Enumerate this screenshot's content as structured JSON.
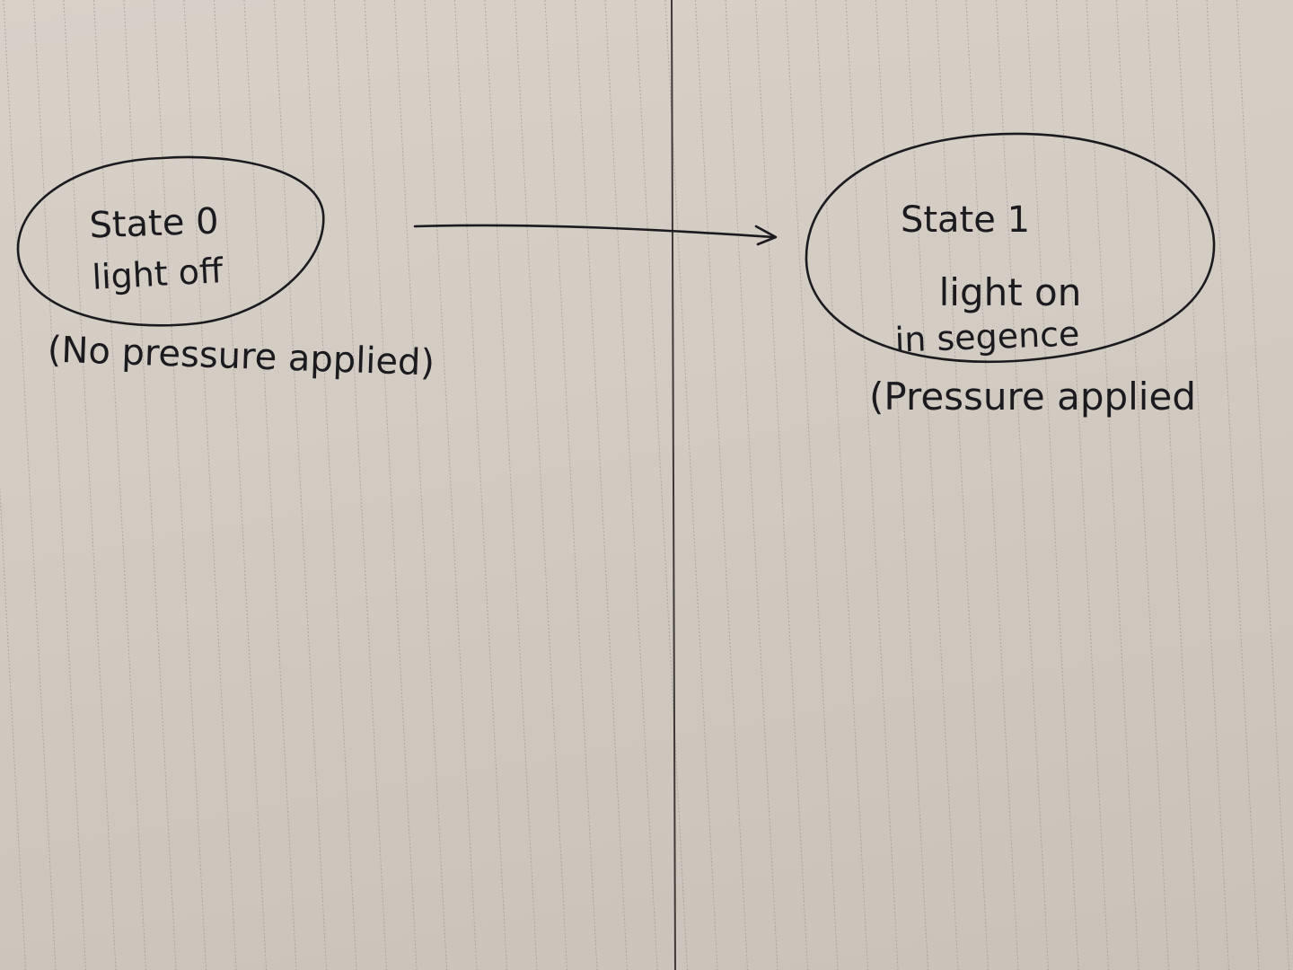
{
  "diagram": {
    "states": [
      {
        "id": "state-0",
        "title": "State 0",
        "description": "light off",
        "condition": "(No pressure applied)"
      },
      {
        "id": "state-1",
        "title": "State 1",
        "description_line1": "light on",
        "description_line2": "in segence",
        "condition": "(Pressure applied"
      }
    ],
    "ink_color": "#1b1b1f",
    "rule_line_color": "#8e8a86"
  }
}
